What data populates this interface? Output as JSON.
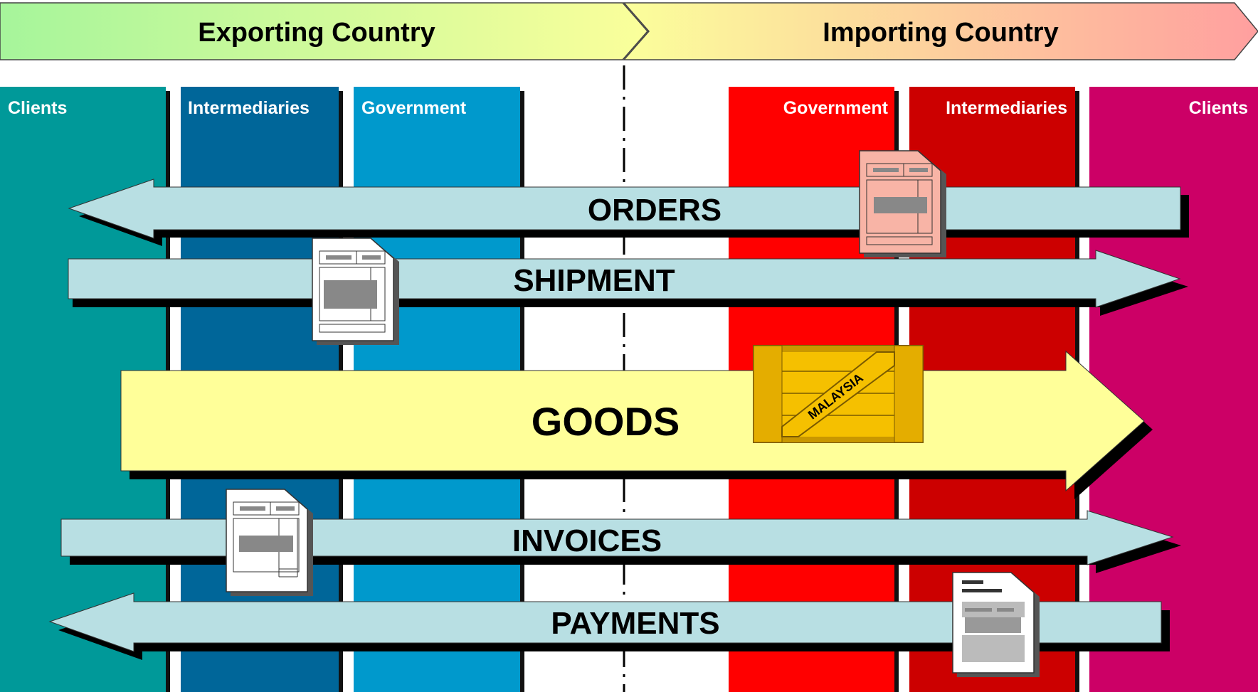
{
  "header": {
    "exporting_label": "Exporting Country",
    "importing_label": "Importing Country"
  },
  "columns": [
    {
      "label": "Clients",
      "color": "#009999"
    },
    {
      "label": "Intermediaries",
      "color": "#006699"
    },
    {
      "label": "Government",
      "color": "#0099cc"
    },
    {
      "label": "Government",
      "color": "#ff0000"
    },
    {
      "label": "Intermediaries",
      "color": "#cc0000"
    },
    {
      "label": "Clients",
      "color": "#cc0066"
    }
  ],
  "flows": {
    "orders": "ORDERS",
    "shipment": "SHIPMENT",
    "goods": "GOODS",
    "invoices": "INVOICES",
    "payments": "PAYMENTS"
  },
  "crate_label": "MALAYSIA",
  "colors": {
    "flow_arrow": "#b8dfe3",
    "goods_arrow": "#ffff99",
    "crate": "#f5c000",
    "header_green": "#a6f59b",
    "header_yellow": "#fbff9b",
    "header_red": "#ff9f9f"
  },
  "icons": [
    "order-document-icon",
    "shipment-document-icon",
    "crate-icon",
    "invoice-document-icon",
    "payment-document-icon"
  ]
}
